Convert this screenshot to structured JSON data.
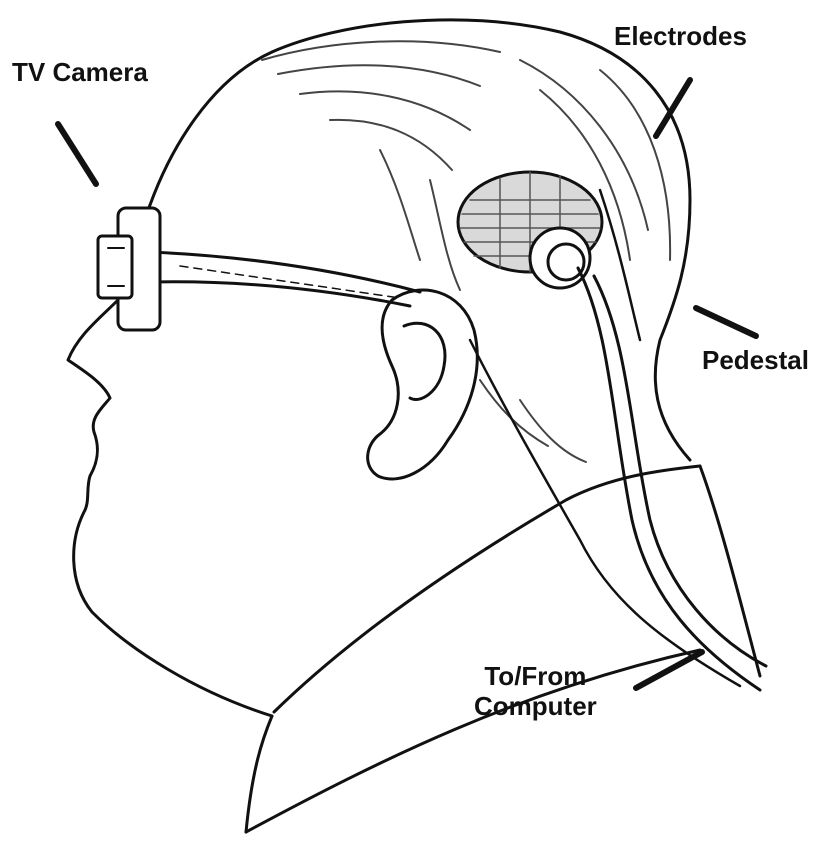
{
  "figure": {
    "labels": {
      "tv_camera": "TV Camera",
      "electrodes": "Electrodes",
      "pedestal": "Pedestal",
      "computer_line1": "To/From",
      "computer_line2": "Computer"
    },
    "colors": {
      "ink": "#111111",
      "paper": "#ffffff",
      "hatch": "#555555"
    }
  }
}
